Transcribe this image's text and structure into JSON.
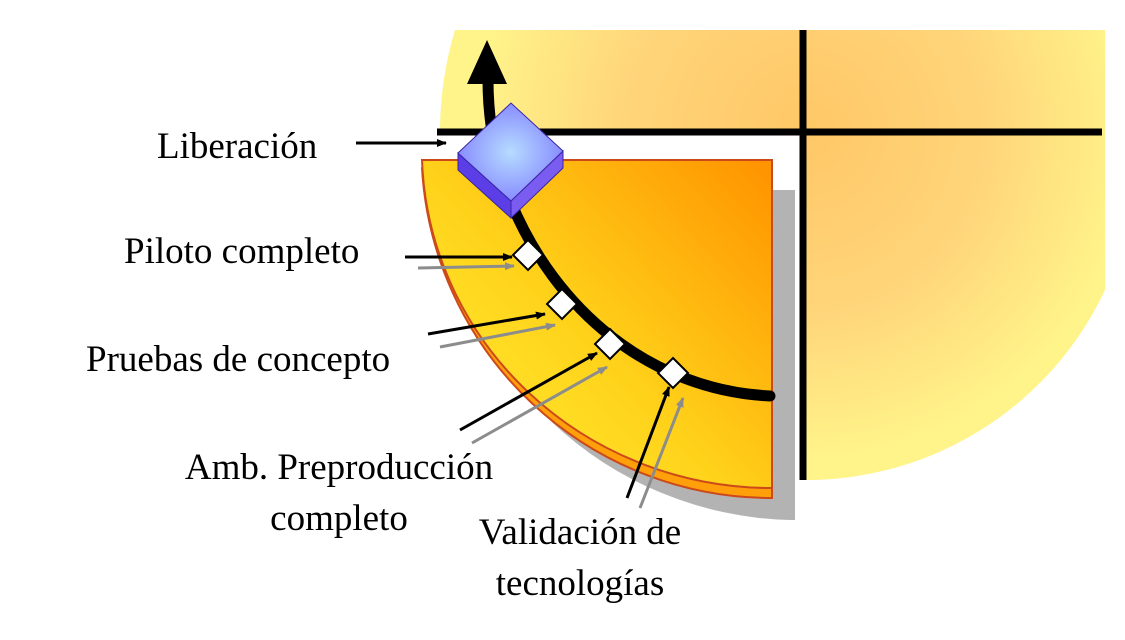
{
  "labels": {
    "release": "Liberación",
    "pilot": "Piloto completo",
    "poc": "Pruebas de concepto",
    "preprod": [
      "Amb. Preproducción",
      "completo"
    ],
    "validation": [
      "Validación de",
      "tecnologías"
    ]
  },
  "colors": {
    "circle_outer": "#fff48a",
    "circle_inner": "#ffc766",
    "quadrant_bright": "#ffe94a",
    "quadrant_orange": "#ff9a00",
    "quadrant_rim": "#ffb000",
    "quadrant_edge": "#cc4a1a",
    "shadow": "#b3b3b3",
    "cube_top": "#a0c4ff",
    "cube_side": "#5b3ee6",
    "path": "#000000",
    "gray_arrow": "#8c8c8c"
  }
}
